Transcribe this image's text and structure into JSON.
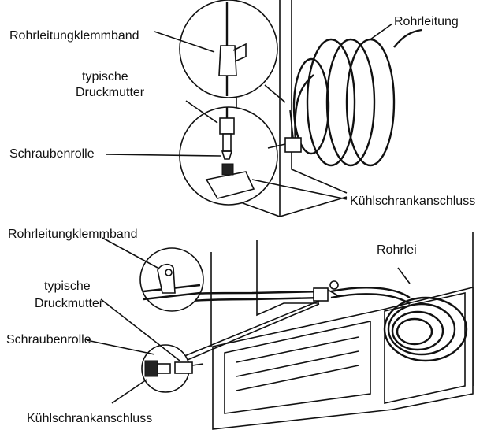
{
  "labels": {
    "top_clamp": "Rohrleitungklemmband",
    "top_nut_line1": "typische",
    "top_nut_line2": "Druckmutter",
    "top_roller": "Schraubenrolle",
    "top_tubing": "Rohrleitung",
    "top_fridge": "Kühlschrankanschluss",
    "bottom_clamp": "Rohrleitungklemmband",
    "bottom_tubing": "Rohrlei",
    "bottom_nut_line1": "typische",
    "bottom_nut_line2": "Druckmutter",
    "bottom_roller": "Schraubenrolle",
    "bottom_fridge": "Kühlschrankanschluss"
  },
  "colors": {
    "ink": "#111111",
    "background": "#ffffff"
  }
}
